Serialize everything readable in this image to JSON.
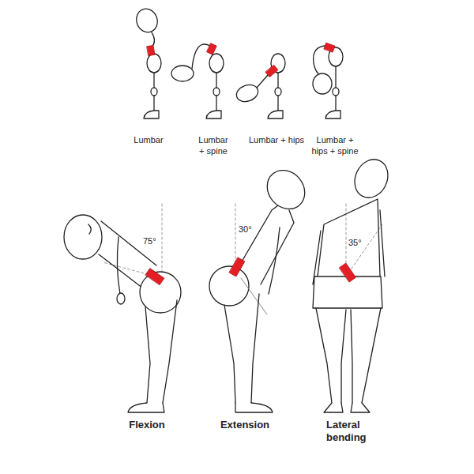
{
  "diagram": {
    "labels": [
      "Lumbar",
      "Lumbar + spine",
      "Lumbar + hips",
      "Lumbar + hips + spine",
      "75°",
      "30°",
      "35°",
      "Flexion",
      "Extension",
      "Lateral bending"
    ]
  }
}
